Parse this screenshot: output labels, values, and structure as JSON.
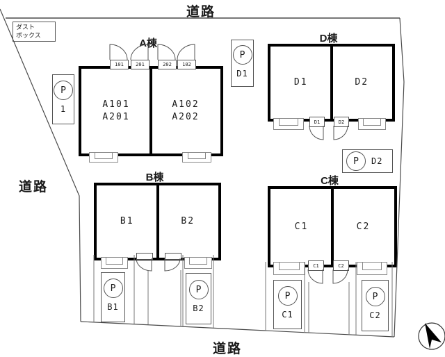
{
  "roads": {
    "top": "道路",
    "left": "道路",
    "bottom": "道路"
  },
  "dust_box": {
    "label": "ダスト\nボックス"
  },
  "buildings": {
    "a": {
      "title": "A棟",
      "unit_left": "A101\nA201",
      "unit_right": "A102\nA202",
      "door1": "101",
      "door2": "201",
      "door3": "202",
      "door4": "102"
    },
    "b": {
      "title": "B棟",
      "unit_left": "B1",
      "unit_right": "B2"
    },
    "c": {
      "title": "C棟",
      "unit_left": "C1",
      "unit_right": "C2",
      "door_left": "C1",
      "door_right": "C2"
    },
    "d": {
      "title": "D棟",
      "unit_left": "D1",
      "unit_right": "D2",
      "door_left": "D1",
      "door_right": "D2"
    }
  },
  "parking": {
    "p1": {
      "symbol": "P",
      "num": "1"
    },
    "pd1": {
      "symbol": "P",
      "num": "D1"
    },
    "pd2": {
      "symbol": "P",
      "num": "D2"
    },
    "pb1": {
      "symbol": "P",
      "num": "B1"
    },
    "pb2": {
      "symbol": "P",
      "num": "B2"
    },
    "pc1": {
      "symbol": "P",
      "num": "C1"
    },
    "pc2": {
      "symbol": "P",
      "num": "C2"
    }
  },
  "line_colors": {
    "wall": "#000000",
    "thin": "#555555",
    "boundary": "#4a4a4a"
  }
}
